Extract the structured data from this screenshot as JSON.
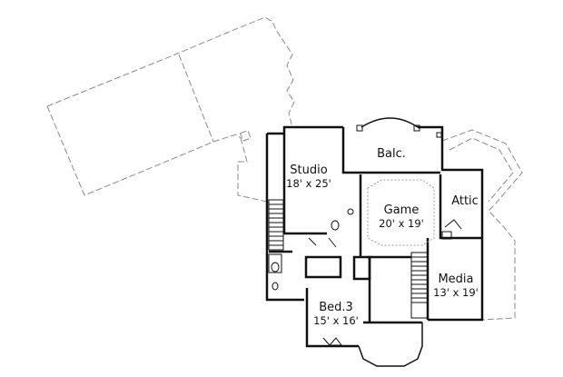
{
  "rooms": [
    {
      "name": "Studio",
      "dims": "18' x 25'"
    },
    {
      "name": "Balc.",
      "dims": ""
    },
    {
      "name": "Game",
      "dims": "20' x 19'"
    },
    {
      "name": "Attic",
      "dims": ""
    },
    {
      "name": "Media",
      "dims": "13' x 19'"
    },
    {
      "name": "Bed.3",
      "dims": "15' x 16'"
    }
  ],
  "colors": {
    "wall": "#111111",
    "dashed_outline": "#8a8a8a"
  }
}
